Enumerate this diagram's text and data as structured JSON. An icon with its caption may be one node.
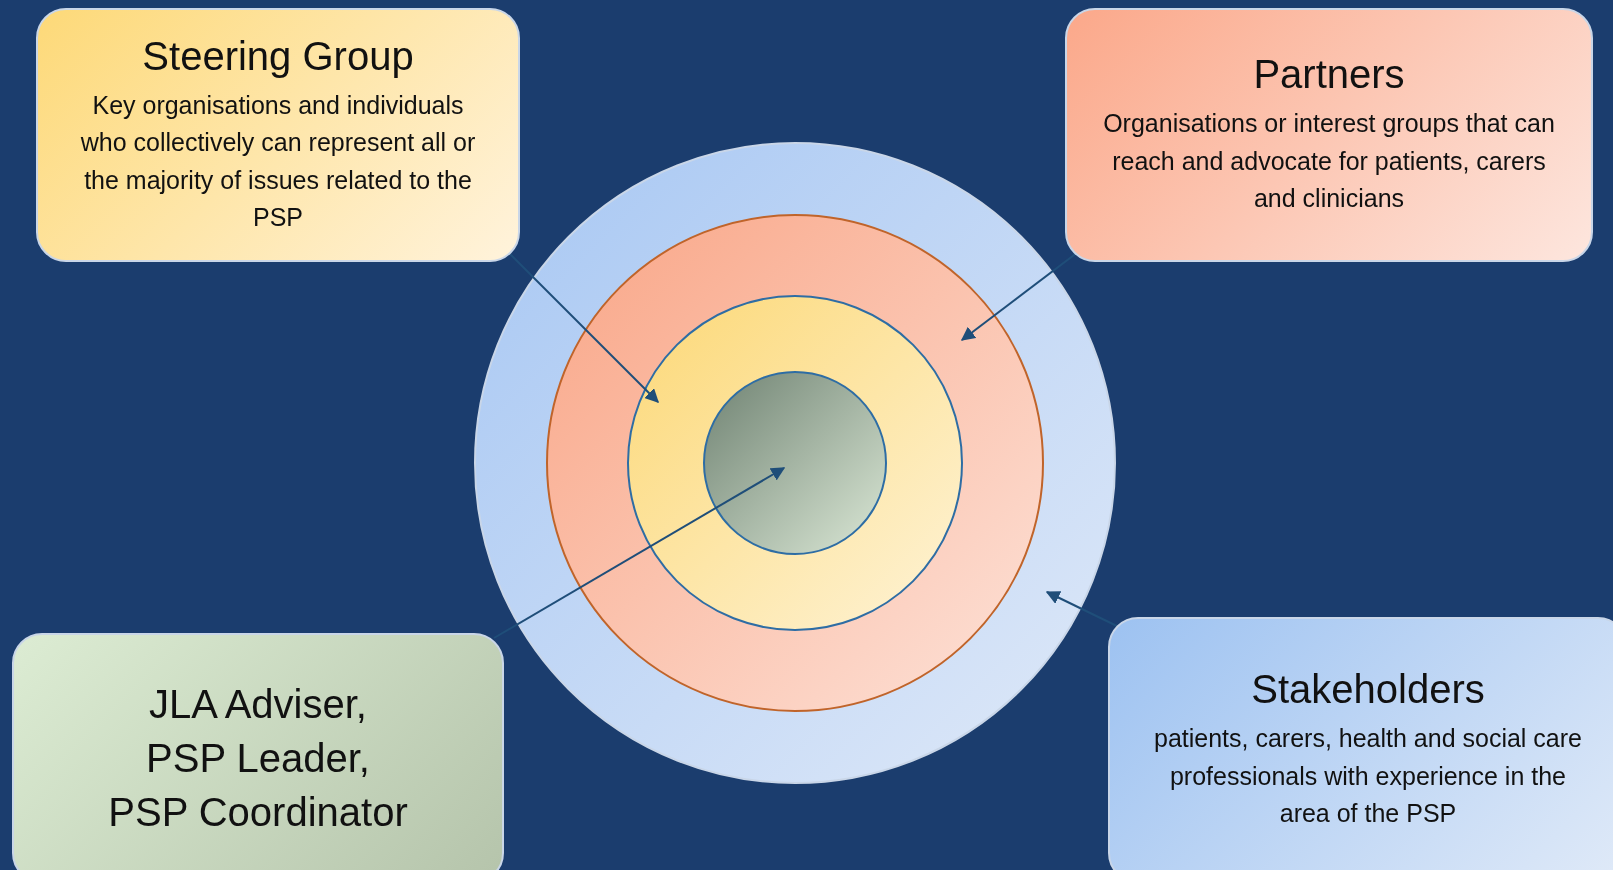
{
  "diagram": {
    "nodes": [
      {
        "text": [
          "Steering Group",
          "Key organisations and individuals who collectively can represent all or the majority of issues related to the PSP"
        ]
      },
      {
        "text": [
          "Partners",
          "Organisations or interest groups that can reach and advocate for patients, carers and clinicians"
        ]
      },
      {
        "text": [],
        "shape": "circle"
      },
      {
        "text": [],
        "shape": "circle",
        "in": 2
      },
      {
        "text": [],
        "shape": "circle",
        "in": 3
      },
      {
        "text": [],
        "shape": "circle",
        "in": 4
      },
      {
        "text": [
          "JLA Adviser, PSP Leader, PSP Coordinator"
        ]
      },
      {
        "text": [
          "Stakeholders",
          "patients, carers, health and social care professionals with experience in the area of the PSP"
        ]
      }
    ],
    "edges": [
      {
        "from": 0,
        "to": 4,
        "arrow": "to"
      },
      {
        "from": 1,
        "to": 3,
        "arrow": "to"
      },
      {
        "from": 6,
        "to": 5,
        "arrow": "to"
      },
      {
        "from": 7,
        "to": 2,
        "arrow": "to"
      }
    ]
  }
}
